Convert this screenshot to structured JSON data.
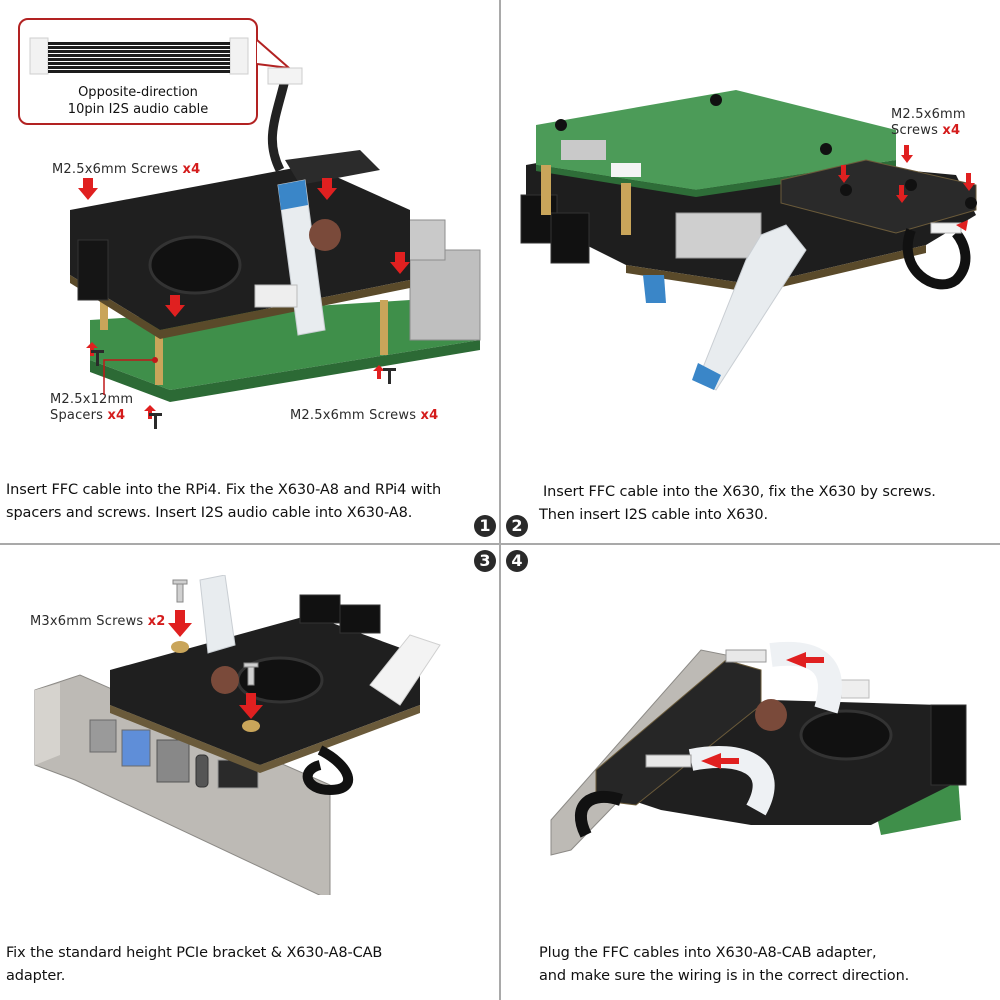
{
  "colors": {
    "divider": "#a9a9a9",
    "accent_red": "#d41c1c",
    "callout_border": "#b22222",
    "badge_bg": "#2a2a2a",
    "pcb_black": "#1f1f1f",
    "pcb_green": "#3f8f4a",
    "ffc_cable": "#e8ecef",
    "ffc_tip_blue": "#3a86c8",
    "brass": "#c9a55a",
    "bracket_silver": "#bdbab5"
  },
  "steps": [
    {
      "number": "1",
      "badge_glyph": "❶",
      "caption_line1": "Insert FFC cable into the RPi4. Fix the X630-A8 and RPi4 with",
      "caption_line2": "spacers and screws. Insert I2S audio cable into X630-A8.",
      "callout": {
        "line1": "Opposite-direction",
        "line2": "10pin I2S audio cable"
      },
      "labels": [
        {
          "text": "M2.5x6mm Screws ",
          "qty": "x4"
        },
        {
          "text_line1": "M2.5x12mm",
          "text_line2": "Spacers ",
          "qty": "x4"
        },
        {
          "text": "M2.5x6mm Screws ",
          "qty": "x4"
        }
      ]
    },
    {
      "number": "2",
      "badge_glyph": "❷",
      "caption_line1": "Insert FFC cable into the X630, fix the X630 by screws.",
      "caption_line2": "Then insert I2S cable into X630.",
      "labels": [
        {
          "text_line1": "M2.5x6mm",
          "text_line2": "Screws ",
          "qty": "x4"
        }
      ]
    },
    {
      "number": "3",
      "badge_glyph": "❸",
      "caption_line1": "Fix the standard height PCIe bracket & X630-A8-CAB",
      "caption_line2": "adapter.",
      "labels": [
        {
          "text": "M3x6mm Screws ",
          "qty": "x2"
        }
      ]
    },
    {
      "number": "4",
      "badge_glyph": "❹",
      "caption_line1": "Plug the FFC cables into X630-A8-CAB adapter,",
      "caption_line2": "and make sure the wiring is in the correct direction."
    }
  ]
}
